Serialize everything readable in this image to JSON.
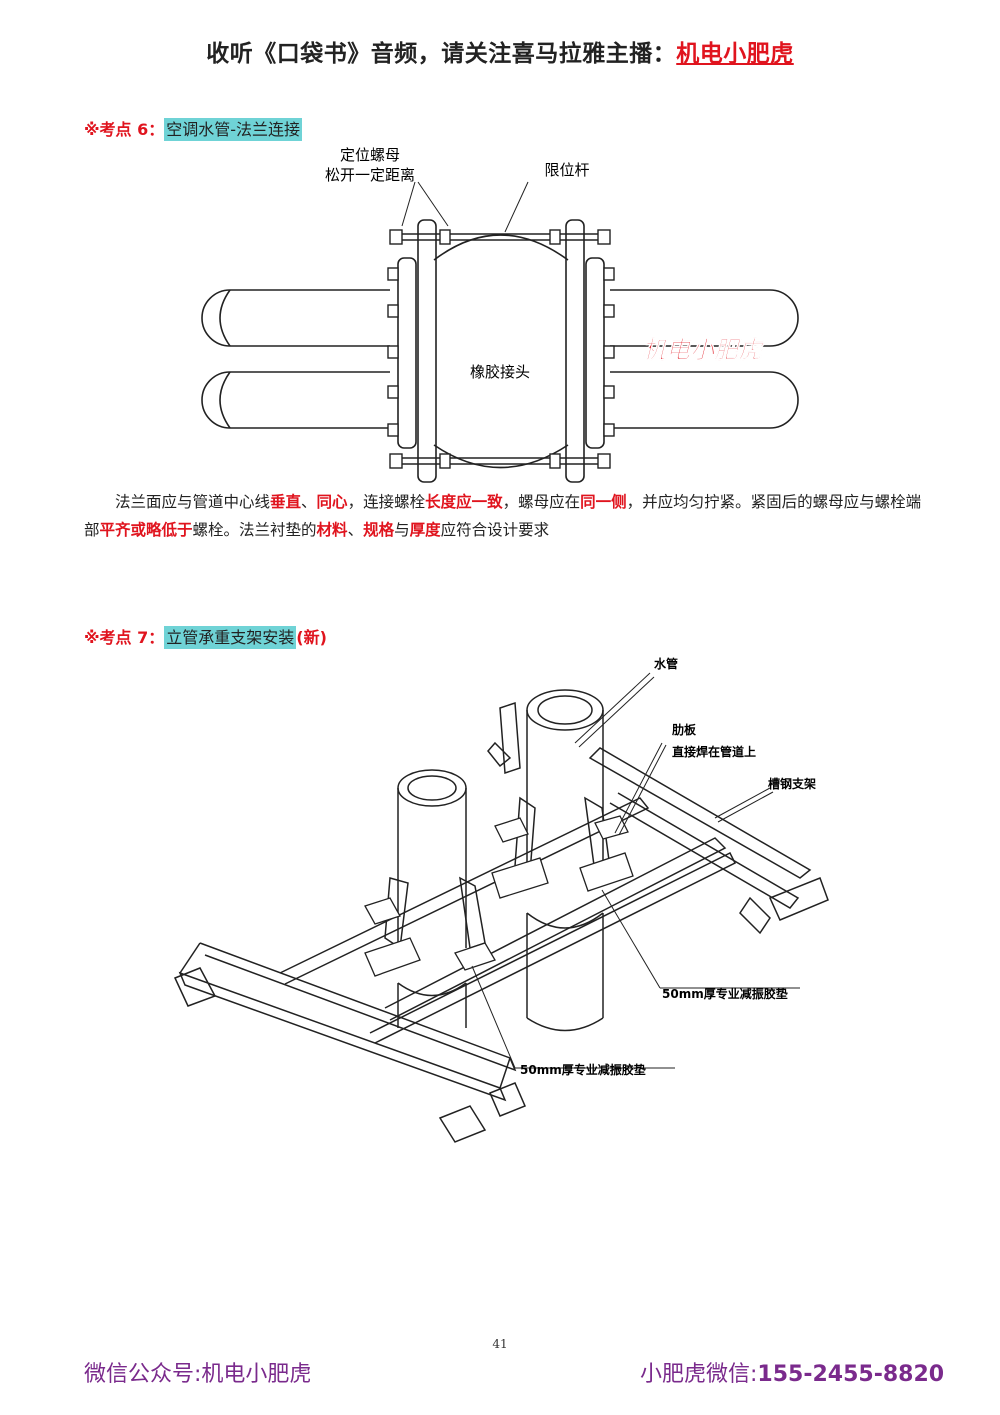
{
  "header": {
    "prefix": "收听《口袋书》音频，请关注喜马拉雅主播：",
    "brand": "机电小肥虎"
  },
  "section6": {
    "mark": "※考点 6：",
    "topic": "空调水管-法兰连接",
    "labels": {
      "nut_line1": "定位螺母",
      "nut_line2": "松开一定距离",
      "rod": "限位杆",
      "joint": "橡胶接头",
      "watermark": "机电小肥虎"
    },
    "paragraph": [
      {
        "t": "法兰面应与管道中心线",
        "k": false
      },
      {
        "t": "垂直",
        "k": true
      },
      {
        "t": "、",
        "k": false
      },
      {
        "t": "同心",
        "k": true
      },
      {
        "t": "，连接螺栓",
        "k": false
      },
      {
        "t": "长度应一致",
        "k": true
      },
      {
        "t": "，螺母应在",
        "k": false
      },
      {
        "t": "同一侧",
        "k": true
      },
      {
        "t": "，并应均匀拧紧。紧固后的螺母应与螺栓端部",
        "k": false
      },
      {
        "t": "平齐或略低于",
        "k": true
      },
      {
        "t": "螺栓。法兰衬垫的",
        "k": false
      },
      {
        "t": "材料",
        "k": true
      },
      {
        "t": "、",
        "k": false
      },
      {
        "t": "规格",
        "k": true
      },
      {
        "t": "与",
        "k": false
      },
      {
        "t": "厚度",
        "k": true
      },
      {
        "t": "应符合设计要求",
        "k": false
      }
    ]
  },
  "section7": {
    "mark": "※考点 7：",
    "topic": "立管承重支架安装",
    "new_tag": "(新)",
    "labels": {
      "water_pipe": "水管",
      "rib": "肋板",
      "rib_note": "直接焊在管道上",
      "channel": "槽钢支架",
      "pad_right": "50mm厚专业减振胶垫",
      "pad_left": "50mm厚专业减振胶垫"
    }
  },
  "page_number": "41",
  "footer": {
    "left": "微信公众号:机电小肥虎",
    "right_prefix": "小肥虎微信:",
    "right_number": "155-2455-8820"
  }
}
